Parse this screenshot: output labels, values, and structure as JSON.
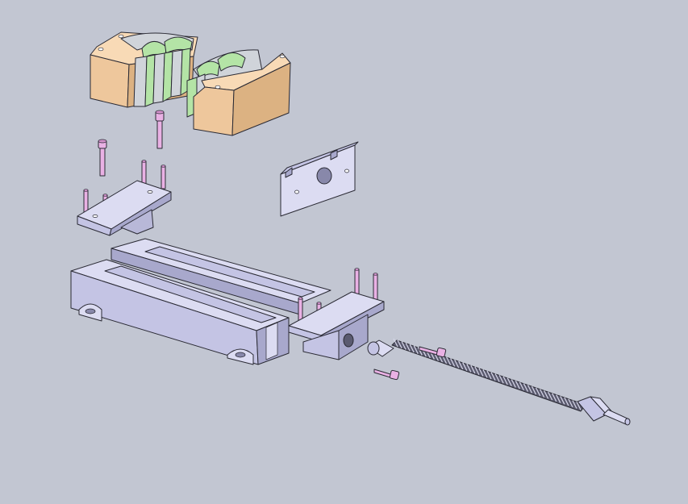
{
  "viewport": {
    "background": "#c2c6d2"
  },
  "colors": {
    "steel_light": "#dcdcf2",
    "steel_mid": "#c4c4e4",
    "steel_dark": "#a8a8cc",
    "block_light": "#f8dab6",
    "block_mid": "#eec79c",
    "block_dark": "#dcb282",
    "rubber": "#b4e4a6",
    "rubber_dark": "#94cc88",
    "insert": "#d0d4da",
    "screw": "#e9b1e4",
    "screw_dark": "#d492cc",
    "outline": "#2a2a34"
  },
  "parts": [
    "left-jaw-block",
    "right-jaw-block",
    "socket-head-screw",
    "jaw-carrier-plate",
    "guide-clamp-plate",
    "twin-slot-base-rail",
    "end-bearing-bracket",
    "lead-screw",
    "bracket-screw"
  ]
}
